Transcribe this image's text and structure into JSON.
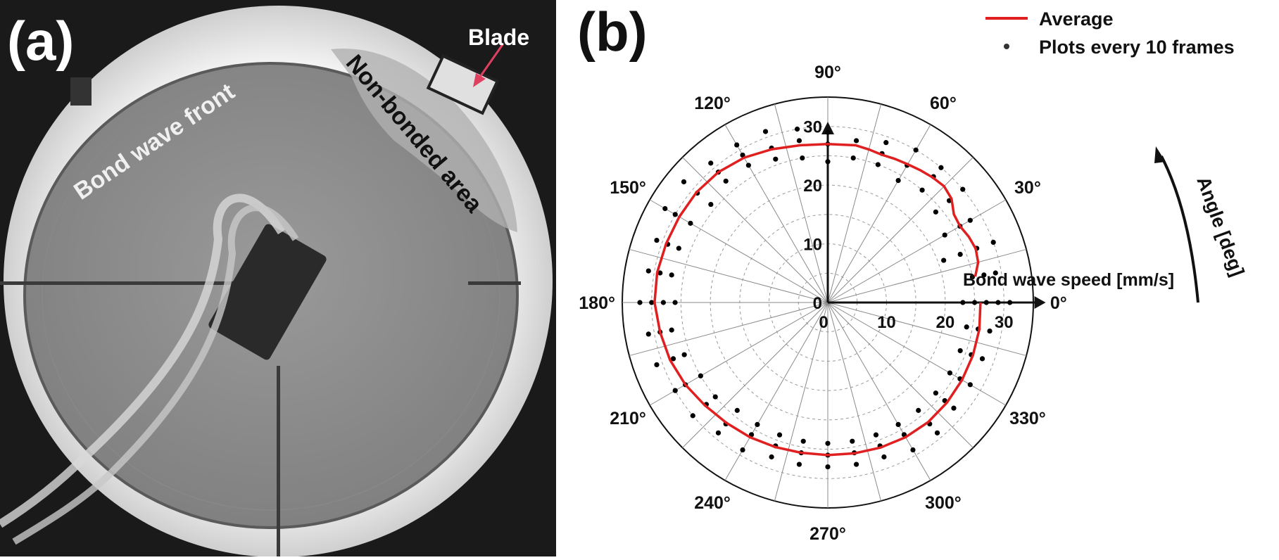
{
  "panel_a": {
    "label": "(a)",
    "annotations": {
      "blade": "Blade",
      "bond_wave_front": "Bond wave front",
      "non_bonded_area": "Non-bonded area"
    }
  },
  "panel_b": {
    "label": "(b)"
  },
  "chart_data": {
    "type": "scatter",
    "coordinate_system": "polar",
    "legend": {
      "placement": "top-right",
      "entries": [
        "Average",
        "Plots every 10 frames"
      ]
    },
    "radial_axis": {
      "label": "Bond wave speed [mm/s]",
      "range": [
        0,
        35
      ],
      "ticks": [
        0,
        10,
        20,
        30
      ],
      "tick_labels": [
        "0",
        "10",
        "20",
        "30"
      ]
    },
    "angular_axis": {
      "label": "Angle [deg]",
      "direction": "counterclockwise",
      "ticks": [
        0,
        30,
        60,
        90,
        120,
        150,
        180,
        210,
        240,
        270,
        300,
        330
      ],
      "tick_labels": [
        "0°",
        "30°",
        "60°",
        "90°",
        "120°",
        "150°",
        "180°",
        "210°",
        "240°",
        "270°",
        "300°",
        "330°"
      ]
    },
    "grid": true,
    "colors": {
      "average": "#e02020",
      "points": "#000000"
    },
    "series": [
      {
        "name": "Average",
        "style": "line",
        "data": [
          {
            "angle": 10,
            "r": 25.5
          },
          {
            "angle": 15,
            "r": 26.5
          },
          {
            "angle": 20,
            "r": 26.8
          },
          {
            "angle": 25,
            "r": 26.5
          },
          {
            "angle": 30,
            "r": 26.0
          },
          {
            "angle": 35,
            "r": 26.2
          },
          {
            "angle": 40,
            "r": 27.5
          },
          {
            "angle": 45,
            "r": 28.0
          },
          {
            "angle": 50,
            "r": 27.8
          },
          {
            "angle": 55,
            "r": 27.5
          },
          {
            "angle": 60,
            "r": 27.2
          },
          {
            "angle": 65,
            "r": 27.0
          },
          {
            "angle": 70,
            "r": 26.8
          },
          {
            "angle": 75,
            "r": 27.0
          },
          {
            "angle": 80,
            "r": 27.2
          },
          {
            "angle": 90,
            "r": 27.0
          },
          {
            "angle": 100,
            "r": 27.2
          },
          {
            "angle": 110,
            "r": 27.8
          },
          {
            "angle": 120,
            "r": 28.5
          },
          {
            "angle": 130,
            "r": 29.0
          },
          {
            "angle": 140,
            "r": 29.2
          },
          {
            "angle": 150,
            "r": 29.2
          },
          {
            "angle": 160,
            "r": 29.3
          },
          {
            "angle": 170,
            "r": 29.5
          },
          {
            "angle": 180,
            "r": 29.5
          },
          {
            "angle": 190,
            "r": 29.0
          },
          {
            "angle": 200,
            "r": 28.6
          },
          {
            "angle": 210,
            "r": 28.0
          },
          {
            "angle": 220,
            "r": 27.3
          },
          {
            "angle": 230,
            "r": 26.8
          },
          {
            "angle": 240,
            "r": 26.5
          },
          {
            "angle": 250,
            "r": 26.2
          },
          {
            "angle": 260,
            "r": 26.0
          },
          {
            "angle": 270,
            "r": 26.0
          },
          {
            "angle": 280,
            "r": 26.1
          },
          {
            "angle": 290,
            "r": 26.3
          },
          {
            "angle": 300,
            "r": 26.5
          },
          {
            "angle": 310,
            "r": 26.6
          },
          {
            "angle": 320,
            "r": 26.5
          },
          {
            "angle": 330,
            "r": 26.4
          },
          {
            "angle": 340,
            "r": 26.3
          },
          {
            "angle": 350,
            "r": 26.2
          },
          {
            "angle": 360,
            "r": 26.0
          }
        ]
      },
      {
        "name": "Plots every 10 frames",
        "style": "points",
        "data": [
          {
            "angle": 0,
            "r": 23
          },
          {
            "angle": 0,
            "r": 25
          },
          {
            "angle": 0,
            "r": 27
          },
          {
            "angle": 0,
            "r": 29
          },
          {
            "angle": 0,
            "r": 31
          },
          {
            "angle": 10,
            "r": 25
          },
          {
            "angle": 10,
            "r": 27
          },
          {
            "angle": 10,
            "r": 29
          },
          {
            "angle": 20,
            "r": 21
          },
          {
            "angle": 20,
            "r": 24
          },
          {
            "angle": 20,
            "r": 27
          },
          {
            "angle": 20,
            "r": 30
          },
          {
            "angle": 30,
            "r": 23
          },
          {
            "angle": 30,
            "r": 26
          },
          {
            "angle": 30,
            "r": 28
          },
          {
            "angle": 40,
            "r": 24
          },
          {
            "angle": 40,
            "r": 27
          },
          {
            "angle": 40,
            "r": 30
          },
          {
            "angle": 50,
            "r": 25
          },
          {
            "angle": 50,
            "r": 28
          },
          {
            "angle": 50,
            "r": 30
          },
          {
            "angle": 60,
            "r": 24
          },
          {
            "angle": 60,
            "r": 27
          },
          {
            "angle": 60,
            "r": 30
          },
          {
            "angle": 70,
            "r": 25
          },
          {
            "angle": 70,
            "r": 27
          },
          {
            "angle": 70,
            "r": 29
          },
          {
            "angle": 80,
            "r": 25
          },
          {
            "angle": 80,
            "r": 28
          },
          {
            "angle": 90,
            "r": 24
          },
          {
            "angle": 90,
            "r": 27
          },
          {
            "angle": 90,
            "r": 29
          },
          {
            "angle": 100,
            "r": 25
          },
          {
            "angle": 100,
            "r": 28
          },
          {
            "angle": 100,
            "r": 30
          },
          {
            "angle": 110,
            "r": 26
          },
          {
            "angle": 110,
            "r": 28
          },
          {
            "angle": 110,
            "r": 31
          },
          {
            "angle": 120,
            "r": 27
          },
          {
            "angle": 120,
            "r": 29
          },
          {
            "angle": 120,
            "r": 31
          },
          {
            "angle": 130,
            "r": 27
          },
          {
            "angle": 130,
            "r": 29
          },
          {
            "angle": 130,
            "r": 31
          },
          {
            "angle": 140,
            "r": 26
          },
          {
            "angle": 140,
            "r": 29
          },
          {
            "angle": 140,
            "r": 32
          },
          {
            "angle": 150,
            "r": 27
          },
          {
            "angle": 150,
            "r": 30
          },
          {
            "angle": 150,
            "r": 32
          },
          {
            "angle": 160,
            "r": 27
          },
          {
            "angle": 160,
            "r": 29
          },
          {
            "angle": 160,
            "r": 31
          },
          {
            "angle": 170,
            "r": 27
          },
          {
            "angle": 170,
            "r": 29
          },
          {
            "angle": 170,
            "r": 31
          },
          {
            "angle": 180,
            "r": 26
          },
          {
            "angle": 180,
            "r": 28
          },
          {
            "angle": 180,
            "r": 30
          },
          {
            "angle": 180,
            "r": 32
          },
          {
            "angle": 190,
            "r": 27
          },
          {
            "angle": 190,
            "r": 29
          },
          {
            "angle": 190,
            "r": 31
          },
          {
            "angle": 200,
            "r": 26
          },
          {
            "angle": 200,
            "r": 28
          },
          {
            "angle": 200,
            "r": 31
          },
          {
            "angle": 210,
            "r": 25
          },
          {
            "angle": 210,
            "r": 28
          },
          {
            "angle": 210,
            "r": 30
          },
          {
            "angle": 220,
            "r": 25
          },
          {
            "angle": 220,
            "r": 27
          },
          {
            "angle": 220,
            "r": 30
          },
          {
            "angle": 230,
            "r": 24
          },
          {
            "angle": 230,
            "r": 27
          },
          {
            "angle": 230,
            "r": 29
          },
          {
            "angle": 240,
            "r": 24
          },
          {
            "angle": 240,
            "r": 26
          },
          {
            "angle": 240,
            "r": 29
          },
          {
            "angle": 250,
            "r": 24
          },
          {
            "angle": 250,
            "r": 26
          },
          {
            "angle": 250,
            "r": 28
          },
          {
            "angle": 260,
            "r": 24
          },
          {
            "angle": 260,
            "r": 26
          },
          {
            "angle": 260,
            "r": 28
          },
          {
            "angle": 270,
            "r": 24
          },
          {
            "angle": 270,
            "r": 26
          },
          {
            "angle": 270,
            "r": 28
          },
          {
            "angle": 280,
            "r": 24
          },
          {
            "angle": 280,
            "r": 26
          },
          {
            "angle": 280,
            "r": 28
          },
          {
            "angle": 290,
            "r": 24
          },
          {
            "angle": 290,
            "r": 26
          },
          {
            "angle": 290,
            "r": 28
          },
          {
            "angle": 300,
            "r": 24
          },
          {
            "angle": 300,
            "r": 26
          },
          {
            "angle": 300,
            "r": 29
          },
          {
            "angle": 310,
            "r": 24
          },
          {
            "angle": 310,
            "r": 27
          },
          {
            "angle": 310,
            "r": 29
          },
          {
            "angle": 320,
            "r": 24
          },
          {
            "angle": 320,
            "r": 26
          },
          {
            "angle": 320,
            "r": 28
          },
          {
            "angle": 330,
            "r": 24
          },
          {
            "angle": 330,
            "r": 26
          },
          {
            "angle": 330,
            "r": 28
          },
          {
            "angle": 340,
            "r": 24
          },
          {
            "angle": 340,
            "r": 26
          },
          {
            "angle": 340,
            "r": 28
          },
          {
            "angle": 350,
            "r": 24
          },
          {
            "angle": 350,
            "r": 26
          },
          {
            "angle": 350,
            "r": 28
          }
        ]
      }
    ]
  }
}
